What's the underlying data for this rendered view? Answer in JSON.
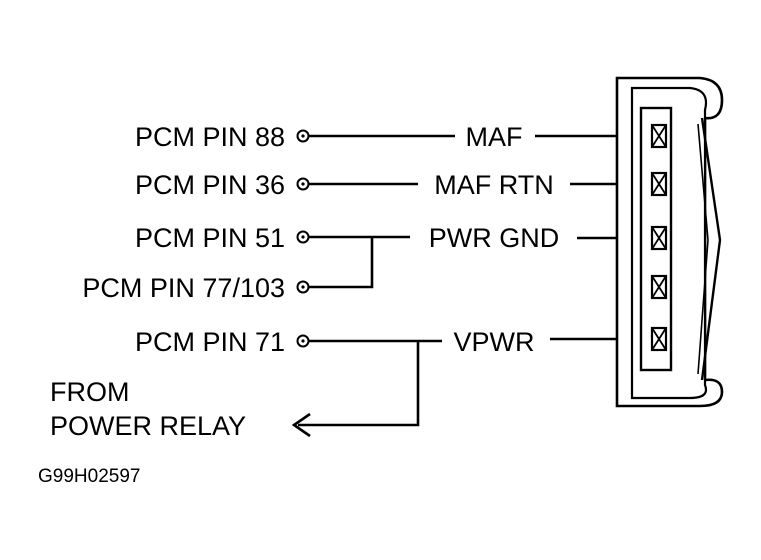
{
  "pins": [
    {
      "label": "PCM PIN 88"
    },
    {
      "label": "PCM PIN 36"
    },
    {
      "label": "PCM PIN 51"
    },
    {
      "label": "PCM PIN 77/103"
    },
    {
      "label": "PCM PIN 71"
    }
  ],
  "signals": [
    {
      "label": "MAF"
    },
    {
      "label": "MAF RTN"
    },
    {
      "label": "PWR GND"
    },
    {
      "label": "VPWR"
    }
  ],
  "source": {
    "line1": "FROM",
    "line2": "POWER RELAY"
  },
  "figure_code": "G99H02597"
}
